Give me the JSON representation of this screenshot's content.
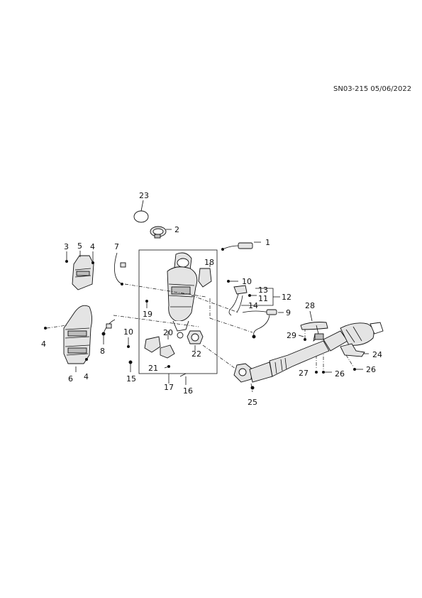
{
  "header": {
    "doc_code": "SN03-215 05/06/2022"
  },
  "callouts": [
    "1",
    "2",
    "3",
    "4",
    "5",
    "6",
    "7",
    "8",
    "9",
    "10",
    "11",
    "12",
    "13",
    "14",
    "15",
    "16",
    "17",
    "18",
    "19",
    "20",
    "21",
    "22",
    "23",
    "24",
    "25",
    "26",
    "27",
    "28",
    "29"
  ]
}
